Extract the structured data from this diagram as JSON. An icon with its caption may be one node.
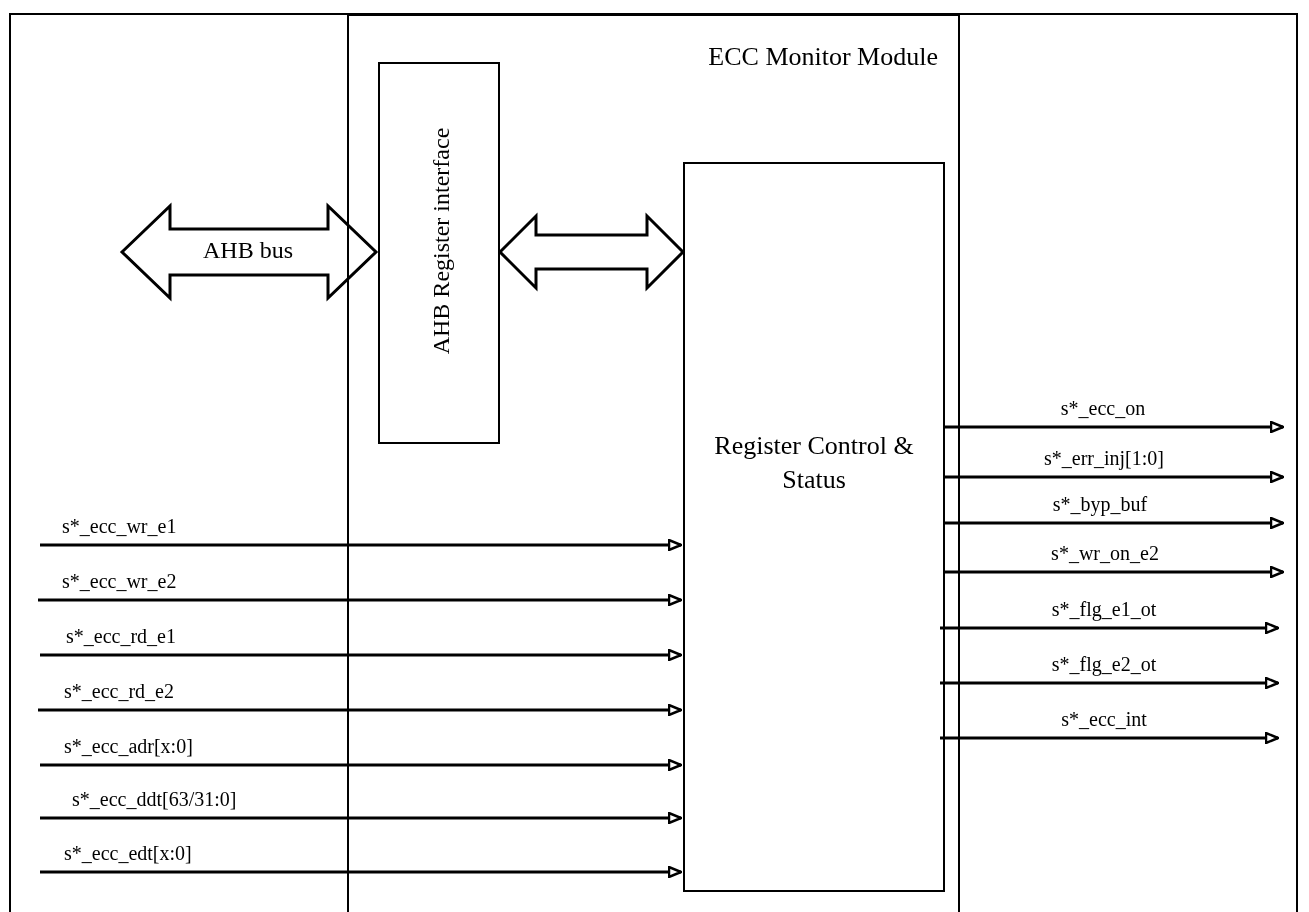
{
  "diagram": {
    "nodes": [
      {
        "text": [
          "ECC Monitor Module"
        ]
      },
      {
        "text": [
          "AHB Register interface"
        ],
        "in": 0
      },
      {
        "text": [
          "Register Control & Status"
        ],
        "in": 0
      }
    ],
    "edges": [
      {
        "from": null,
        "to": 1,
        "arrow": "both",
        "label": "AHB bus",
        "style": "thick"
      },
      {
        "from": 1,
        "to": 2,
        "arrow": "both",
        "style": "thick"
      },
      {
        "from": null,
        "to": 2,
        "arrow": "to",
        "label": "s*_ecc_wr_e1"
      },
      {
        "from": null,
        "to": 2,
        "arrow": "to",
        "label": "s*_ecc_wr_e2"
      },
      {
        "from": null,
        "to": 2,
        "arrow": "to",
        "label": "s*_ecc_rd_e1"
      },
      {
        "from": null,
        "to": 2,
        "arrow": "to",
        "label": "s*_ecc_rd_e2"
      },
      {
        "from": null,
        "to": 2,
        "arrow": "to",
        "label": "s*_ecc_adr[x:0]"
      },
      {
        "from": null,
        "to": 2,
        "arrow": "to",
        "label": "s*_ecc_ddt[63/31:0]"
      },
      {
        "from": null,
        "to": 2,
        "arrow": "to",
        "label": "s*_ecc_edt[x:0]"
      },
      {
        "from": 2,
        "to": null,
        "arrow": "to",
        "label": "s*_ecc_on"
      },
      {
        "from": 2,
        "to": null,
        "arrow": "to",
        "label": "s*_err_inj[1:0]"
      },
      {
        "from": 2,
        "to": null,
        "arrow": "to",
        "label": "s*_byp_buf"
      },
      {
        "from": 2,
        "to": null,
        "arrow": "to",
        "label": "s*_wr_on_e2"
      },
      {
        "from": 2,
        "to": null,
        "arrow": "to",
        "label": "s*_flg_e1_ot"
      },
      {
        "from": 2,
        "to": null,
        "arrow": "to",
        "label": "s*_flg_e2_ot"
      },
      {
        "from": 2,
        "to": null,
        "arrow": "to",
        "label": "s*_ecc_int"
      }
    ]
  }
}
